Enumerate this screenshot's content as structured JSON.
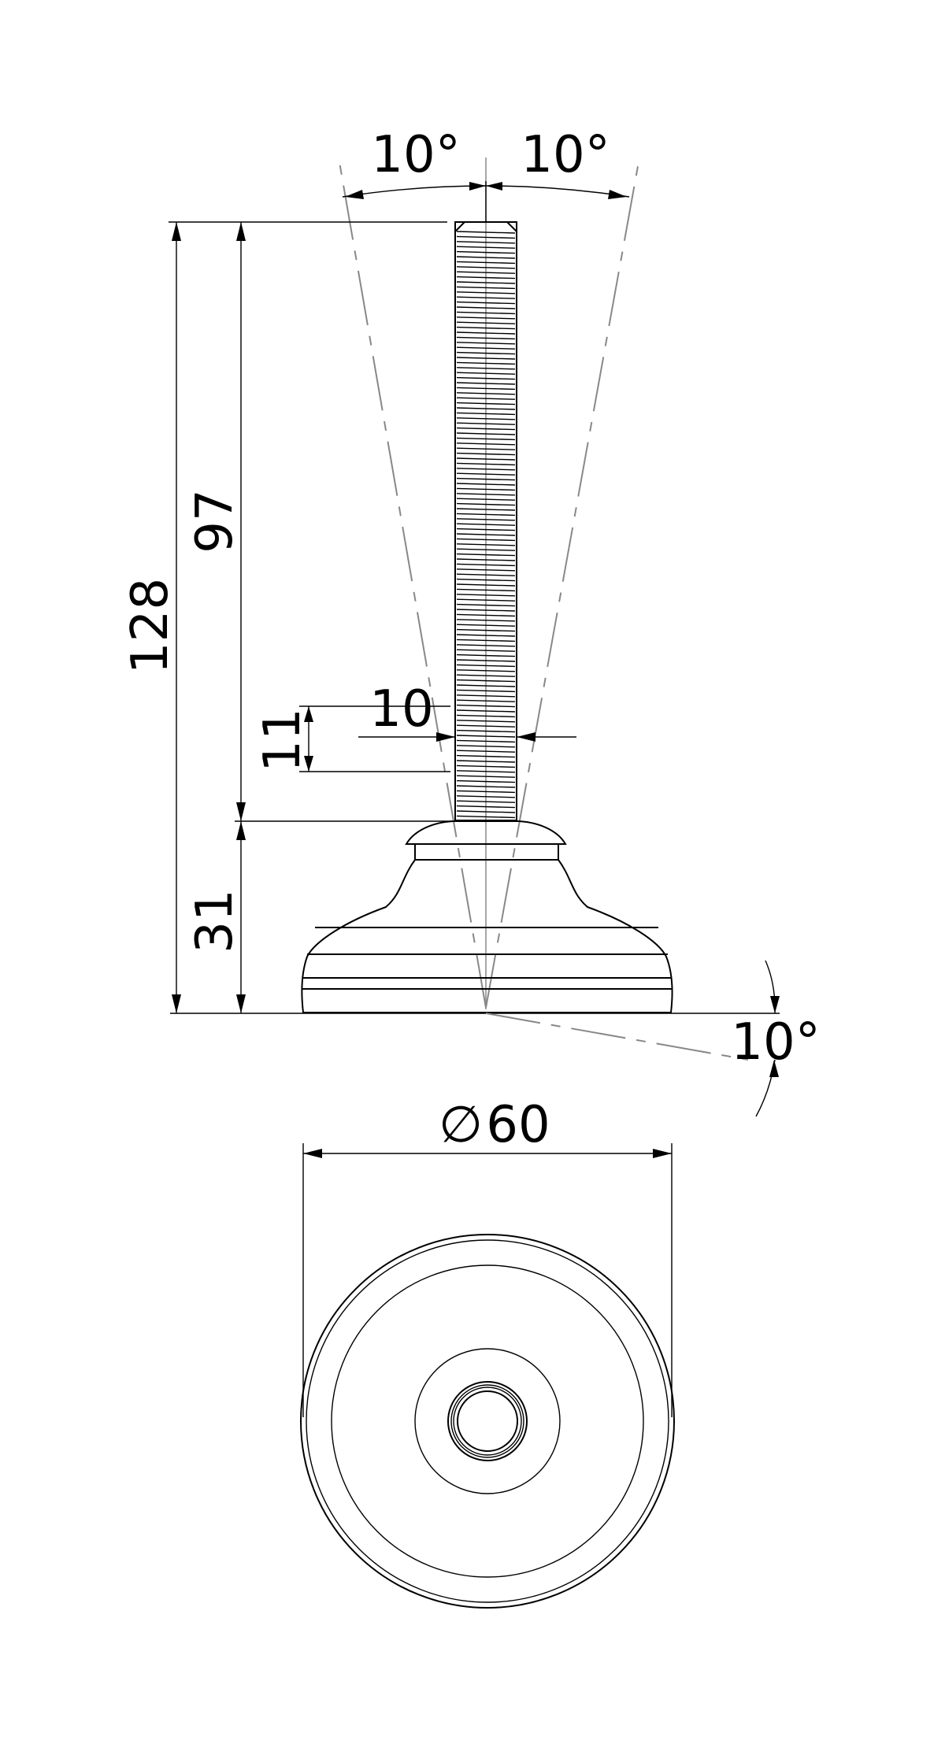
{
  "dimensions": {
    "angle_left": "10°",
    "angle_right": "10°",
    "overall_height": "128",
    "thread_length": "97",
    "base_height": "31",
    "detail_height": "11",
    "thread_diameter": "10",
    "base_tilt": "10°",
    "base_diameter_symbol": "∅",
    "base_diameter": "60"
  },
  "colors": {
    "line": "#000000",
    "centerline": "#888888",
    "background": "#ffffff"
  }
}
